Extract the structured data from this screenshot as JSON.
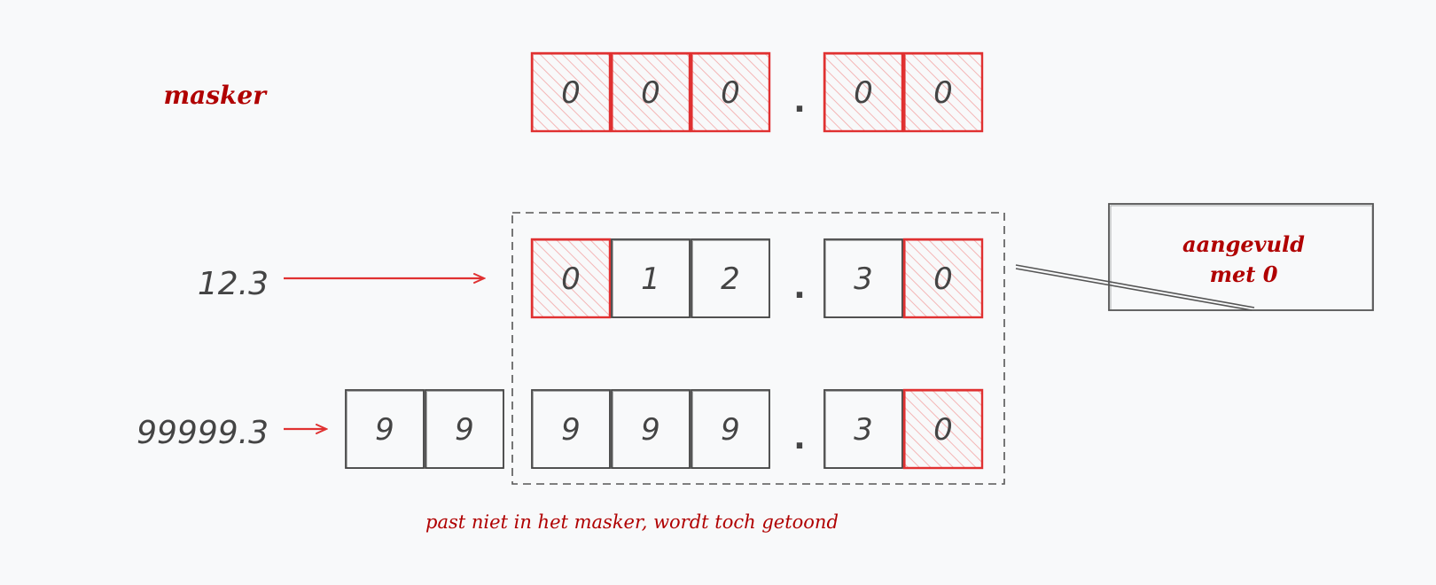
{
  "colors": {
    "accent_red": "#e03131",
    "label_red": "#b00000",
    "ink": "#444444",
    "background": "#f8f9fa"
  },
  "labels": {
    "mask": "masker",
    "row1": "12.3",
    "row2": "99999.3",
    "callout_line1": "aangevuld",
    "callout_line2": "met 0",
    "note": "past niet in het masker, wordt toch getoond"
  },
  "rows": {
    "mask": {
      "integer": [
        {
          "digit": "0",
          "highlight": true
        },
        {
          "digit": "0",
          "highlight": true
        },
        {
          "digit": "0",
          "highlight": true
        }
      ],
      "separator": ".",
      "decimal": [
        {
          "digit": "0",
          "highlight": true
        },
        {
          "digit": "0",
          "highlight": true
        }
      ]
    },
    "row1": {
      "integer": [
        {
          "digit": "0",
          "highlight": true
        },
        {
          "digit": "1",
          "highlight": false
        },
        {
          "digit": "2",
          "highlight": false
        }
      ],
      "separator": ".",
      "decimal": [
        {
          "digit": "3",
          "highlight": false
        },
        {
          "digit": "0",
          "highlight": true
        }
      ]
    },
    "row2": {
      "overflow": [
        {
          "digit": "9",
          "highlight": false
        },
        {
          "digit": "9",
          "highlight": false
        }
      ],
      "integer": [
        {
          "digit": "9",
          "highlight": false
        },
        {
          "digit": "9",
          "highlight": false
        },
        {
          "digit": "9",
          "highlight": false
        }
      ],
      "separator": ".",
      "decimal": [
        {
          "digit": "3",
          "highlight": false
        },
        {
          "digit": "0",
          "highlight": true
        }
      ]
    }
  }
}
